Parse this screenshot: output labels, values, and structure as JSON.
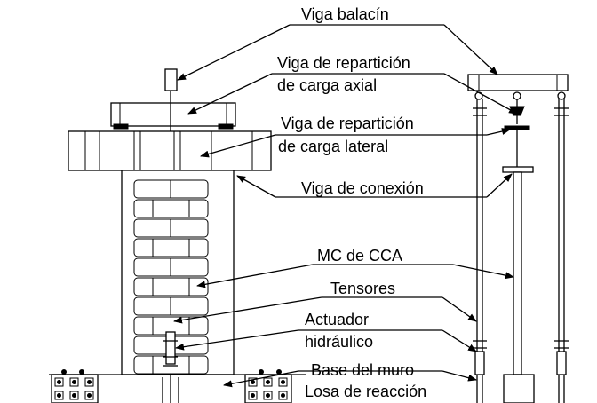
{
  "labels": {
    "viga_balancin": "Viga balacín",
    "viga_axial_1": "Viga de repartición",
    "viga_axial_2": "de carga axial",
    "viga_lateral_1": "Viga de repartición",
    "viga_lateral_2": "de carga lateral",
    "viga_conexion": "Viga de conexión",
    "mc_cca": "MC de CCA",
    "tensores": "Tensores",
    "actuador_1": "Actuador",
    "actuador_2": "hidráulico",
    "base_muro": "Base del muro",
    "losa_reaccion": "Losa de reacción"
  }
}
